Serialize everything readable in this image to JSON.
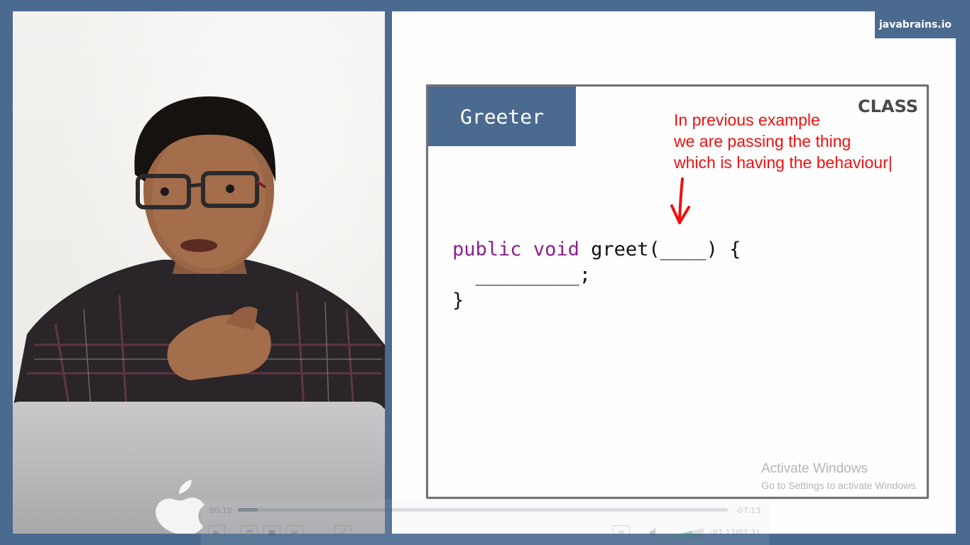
{
  "brand": {
    "label": "javabrains.io"
  },
  "slide": {
    "class_name": "Greeter",
    "class_label": "CLASS",
    "annotation": [
      "In previous example",
      "we are passing the thing",
      "which is having the behaviour|"
    ],
    "code": {
      "keyword_public": "public",
      "keyword_void": "void",
      "method_sig": " greet(____) {",
      "body_line": "  _________;",
      "closing": "}"
    }
  },
  "watermark": {
    "title": "Activate Windows",
    "subtitle": "Go to Settings to activate Windows."
  },
  "player": {
    "elapsed": "00:18",
    "remaining": "-07:13",
    "total": "-07:13/07:31",
    "progress": 0.04
  },
  "colors": {
    "frame": "#4b6a8f",
    "annotation": "#ee1111",
    "keyword": "#8b1f8b"
  }
}
